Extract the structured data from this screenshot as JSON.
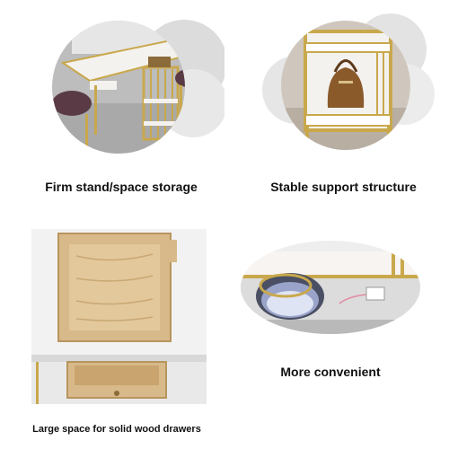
{
  "panels": [
    {
      "caption": "Firm stand/space storage"
    },
    {
      "caption": "Stable support structure"
    },
    {
      "caption": "Large space for solid wood drawers"
    },
    {
      "caption": "More convenient"
    }
  ],
  "colors": {
    "gold": "#c9a84c",
    "white_top": "#f4f2ee",
    "wood": "#d7b98a",
    "grey_bg": "#d9d9d9",
    "chair_purple": "#5a3b45"
  }
}
